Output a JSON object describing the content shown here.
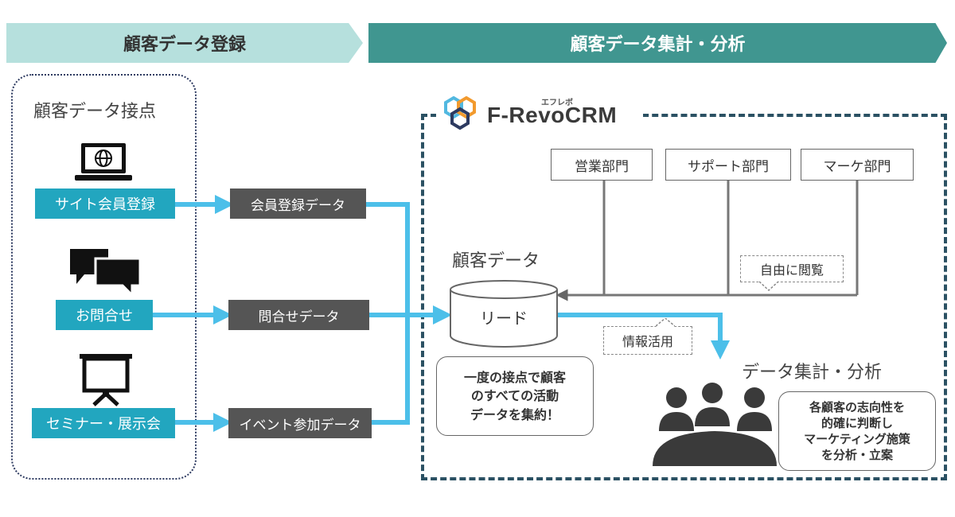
{
  "headers": {
    "registration": "顧客データ登録",
    "analysis": "顧客データ集計・分析"
  },
  "touchpoints": {
    "title": "顧客データ接点",
    "items": [
      {
        "label": "サイト会員登録",
        "icon": "laptop-globe-icon",
        "data_label": "会員登録データ"
      },
      {
        "label": "お問合せ",
        "icon": "chat-bubbles-icon",
        "data_label": "問合せデータ"
      },
      {
        "label": "セミナー・展示会",
        "icon": "presentation-board-icon",
        "data_label": "イベント参加データ"
      }
    ]
  },
  "crm": {
    "logo_text": "F-RevoCRM",
    "logo_ruby": "エフレボ",
    "departments": [
      "営業部門",
      "サポート部門",
      "マーケ部門"
    ],
    "free_view_label": "自由に閲覧",
    "customer_data_title": "顧客データ",
    "lead_label": "リード",
    "info_use_label": "情報活用",
    "aggregate_note": "一度の接点で顧客\nのすべての活動\nデータを集約！",
    "analysis_title": "データ集計・分析",
    "analysis_note": "各顧客の志向性を\n的確に判断し\nマーケティング施策\nを分析・立案"
  },
  "colors": {
    "header_light": "#b6e0dd",
    "header_dark": "#409690",
    "cyan_label": "#22a6bf",
    "dark_label": "#555555",
    "arrow": "#4cbfe9",
    "frame": "#2b5163"
  }
}
